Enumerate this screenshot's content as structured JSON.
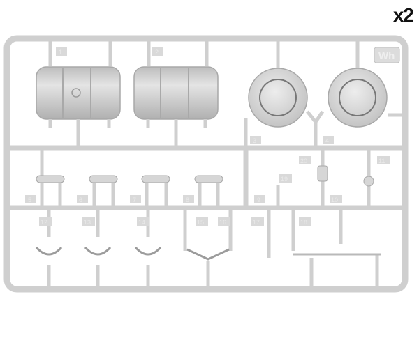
{
  "quantity_label": "x2",
  "sprue_code": "Wh",
  "part_numbers": [
    "1",
    "2",
    "3",
    "4",
    "5",
    "6",
    "7",
    "8",
    "9",
    "10",
    "11",
    "12",
    "13",
    "14",
    "15",
    "16",
    "17",
    "18",
    "19",
    "20"
  ],
  "colors": {
    "plastic": "#cfcfcf",
    "plastic_light": "#e6e6e6",
    "plastic_dark": "#9e9e9e",
    "background": "#ffffff"
  }
}
